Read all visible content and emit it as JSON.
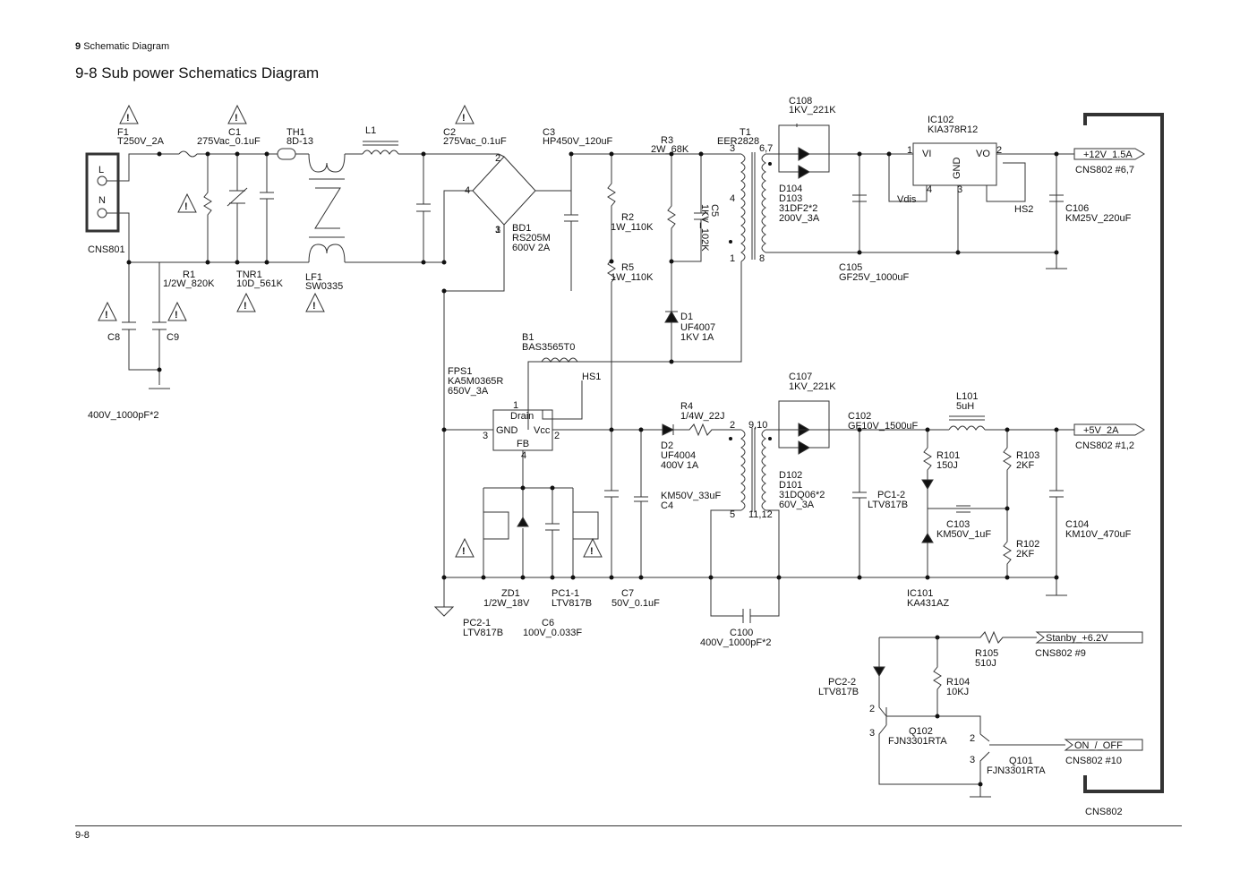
{
  "header": {
    "section_number": "9",
    "section_title": "Schematic Diagram"
  },
  "title": "9-8 Sub power Schematics Diagram",
  "footer": {
    "page_number": "9-8"
  },
  "labels": {
    "cns801": "CNS801",
    "cns801_L": "L",
    "cns801_N": "N",
    "f1_ref": "F1",
    "f1_val": "T250V_2A",
    "c1_ref": "C1",
    "c1_val": "275Vac_0.1uF",
    "th1_ref": "TH1",
    "th1_val": "8D-13",
    "l1_ref": "L1",
    "c2_ref": "C2",
    "c2_val": "275Vac_0.1uF",
    "c3_ref": "C3",
    "c3_val": "HP450V_120uF",
    "r3_ref": "R3",
    "r3_val": "2W_68K",
    "t1_ref": "T1",
    "t1_val": "EER2828",
    "c108_ref": "C108",
    "c108_val": "1KV_221K",
    "ic102_ref": "IC102",
    "ic102_val": "KIA378R12",
    "ic102_vi": "VI",
    "ic102_vo": "VO",
    "ic102_gnd": "GND",
    "ic102_pin1": "1",
    "ic102_pin2": "2",
    "ic102_pin3": "3",
    "ic102_pin4": "4",
    "vdis": "Vdis",
    "hs2": "HS2",
    "d104": "D104",
    "d103": "D103",
    "d103_val1": "31DF2*2",
    "d103_val2": "200V_3A",
    "c5_ref": "C5",
    "c5_val": "1KV_102K",
    "r1_ref": "R1",
    "r1_val": "1/2W_820K",
    "tnr1_ref": "TNR1",
    "tnr1_val": "10D_561K",
    "lf1_ref": "LF1",
    "lf1_val": "SW0335",
    "bd1_ref": "BD1",
    "bd1_val1": "RS205M",
    "bd1_val2": "600V 2A",
    "r2_ref": "R2",
    "r2_val": "1W_110K",
    "r5_ref": "R5",
    "r5_val": "1W_110K",
    "d1_ref": "D1",
    "d1_val1": "UF4007",
    "d1_val2": "1KV 1A",
    "c105_ref": "C105",
    "c105_val": "GF25V_1000uF",
    "c106_ref": "C106",
    "c106_val": "KM25V_220uF",
    "out12_tag": "+12V_1.5A",
    "out12_conn": "CNS802 #6,7",
    "c8": "C8",
    "c9": "C9",
    "c89_val": "400V_1000pF*2",
    "b1_ref": "B1",
    "b1_val": "BAS3565T0",
    "fps1_ref": "FPS1",
    "fps1_val1": "KA5M0365R",
    "fps1_val2": "650V_3A",
    "hs1": "HS1",
    "fps_drain": "Drain",
    "fps_gnd": "GND",
    "fps_vcc": "Vcc",
    "fps_fb": "FB",
    "c107_ref": "C107",
    "c107_val": "1KV_221K",
    "l101_ref": "L101",
    "l101_val": "5uH",
    "r4_ref": "R4",
    "r4_val": "1/4W_22J",
    "d2_ref": "D2",
    "d2_val1": "UF4004",
    "d2_val2": "400V 1A",
    "c4_val": "KM50V_33uF",
    "c4_ref": "C4",
    "c102_ref": "C102",
    "c102_val": "GF10V_1500uF",
    "d102": "D102",
    "d101": "D101",
    "d101_val1": "31DQ06*2",
    "d101_val2": "60V_3A",
    "r101_ref": "R101",
    "r101_val": "150J",
    "r103_ref": "R103",
    "r103_val": "2KF",
    "pc12_ref": "PC1-2",
    "pc12_val": "LTV817B",
    "c103_ref": "C103",
    "c103_val": "KM50V_1uF",
    "r102_ref": "R102",
    "r102_val": "2KF",
    "c104_ref": "C104",
    "c104_val": "KM10V_470uF",
    "out5_tag": "+5V_2A",
    "out5_conn": "CNS802 #1,2",
    "ic101_ref": "IC101",
    "ic101_val": "KA431AZ",
    "zd1_ref": "ZD1",
    "zd1_val": "1/2W_18V",
    "pc11_ref": "PC1-1",
    "pc11_val": "LTV817B",
    "c7_ref": "C7",
    "c7_val": "50V_0.1uF",
    "pc21_ref": "PC2-1",
    "pc21_val": "LTV817B",
    "c6_ref": "C6",
    "c6_val": "100V_0.033F",
    "c100_ref": "C100",
    "c100_val": "400V_1000pF*2",
    "stanby_tag": "Stanby_+6.2V",
    "stanby_conn": "CNS802 #9",
    "r105_ref": "R105",
    "r105_val": "510J",
    "r104_ref": "R104",
    "r104_val": "10KJ",
    "pc22_ref": "PC2-2",
    "pc22_val": "LTV817B",
    "q102_ref": "Q102",
    "q102_val": "FJN3301RTA",
    "q101_ref": "Q101",
    "q101_val": "FJN3301RTA",
    "onoff_tag": "ON_/_OFF",
    "onoff_conn": "CNS802 #10",
    "cns802": "CNS802",
    "t1_pin3": "3",
    "t1_pin4": "4",
    "t1_pin1": "1",
    "t1_pin67": "6,7",
    "t1_pin8": "8",
    "t1_pin2": "2",
    "t1_pin910": "9,10",
    "t1_pin5": "5",
    "t1_pin1112": "11,12",
    "bd1_pin1": "1",
    "bd1_pin2": "2",
    "bd1_pin3": "3",
    "bd1_pin4": "4",
    "fps_pin1": "1",
    "fps_pin2": "2",
    "fps_pin3": "3",
    "fps_pin4": "4",
    "q_pin2a": "2",
    "q_pin3a": "3",
    "q_pin2b": "2",
    "q_pin3b": "3"
  }
}
